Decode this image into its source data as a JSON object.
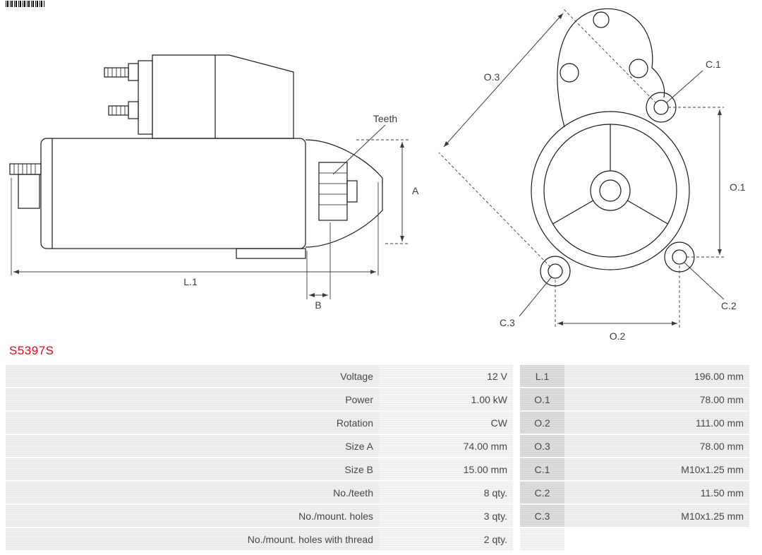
{
  "part_number": "S5397S",
  "colors": {
    "part_number_red": "#e00613",
    "drawing_stroke": "#1a1a1a",
    "table_label_bg": "#ededed",
    "table_dim_bg": "#d8d8d8"
  },
  "diagram": {
    "labels": {
      "teeth": "Teeth",
      "a": "A",
      "b": "B",
      "l1": "L.1",
      "o1": "O.1",
      "o2": "O.2",
      "o3": "O.3",
      "c1": "C.1",
      "c2": "C.2",
      "c3": "C.3"
    }
  },
  "table": {
    "rows": [
      {
        "label": "Voltage",
        "value": "12 V",
        "dim": "L.1",
        "dim_value": "196.00 mm"
      },
      {
        "label": "Power",
        "value": "1.00 kW",
        "dim": "O.1",
        "dim_value": "78.00 mm"
      },
      {
        "label": "Rotation",
        "value": "CW",
        "dim": "O.2",
        "dim_value": "111.00 mm"
      },
      {
        "label": "Size A",
        "value": "74.00 mm",
        "dim": "O.3",
        "dim_value": "78.00 mm"
      },
      {
        "label": "Size B",
        "value": "15.00 mm",
        "dim": "C.1",
        "dim_value": "M10x1.25 mm"
      },
      {
        "label": "No./teeth",
        "value": "8 qty.",
        "dim": "C.2",
        "dim_value": "11.50 mm"
      },
      {
        "label": "No./mount. holes",
        "value": "3 qty.",
        "dim": "C.3",
        "dim_value": "M10x1.25 mm"
      },
      {
        "label": "No./mount. holes with thread",
        "value": "2 qty.",
        "dim": "",
        "dim_value": ""
      }
    ]
  }
}
